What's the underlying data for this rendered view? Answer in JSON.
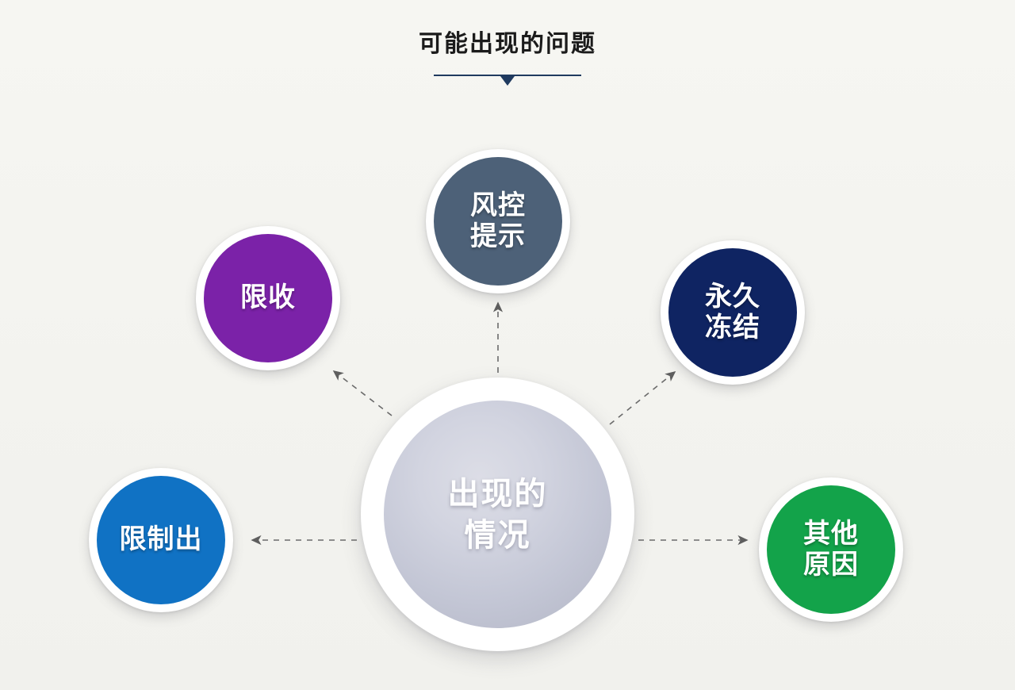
{
  "header": {
    "title": "可能出现的问题",
    "rule_color": "#1f3a5f"
  },
  "background_color": "#f4f4f0",
  "diagram": {
    "type": "hub-and-spoke",
    "hub": {
      "id": "hub",
      "label": "出现的\n情况",
      "text_color": "#ffffff",
      "fill_from": "#dcdde6",
      "fill_to": "#b3b6c6",
      "ring_color": "#ffffff"
    },
    "nodes": [
      {
        "id": "risk",
        "label": "风控\n提示",
        "color": "#4d6178",
        "text_color": "#ffffff",
        "position": "top"
      },
      {
        "id": "limit-in",
        "label": "限收",
        "color": "#7b22a8",
        "text_color": "#ffffff",
        "position": "upper-left"
      },
      {
        "id": "freeze",
        "label": "永久\n冻结",
        "color": "#0f2462",
        "text_color": "#ffffff",
        "position": "upper-right"
      },
      {
        "id": "limit-out",
        "label": "限制出",
        "color": "#1072c4",
        "text_color": "#ffffff",
        "position": "lower-left"
      },
      {
        "id": "other",
        "label": "其他\n原因",
        "color": "#13a34a",
        "text_color": "#ffffff",
        "position": "lower-right"
      }
    ],
    "connectors": {
      "style": "dashed-arrow",
      "color": "#6b6b6b",
      "direction": "hub-to-node",
      "edges": [
        {
          "from": "hub",
          "to": "risk"
        },
        {
          "from": "hub",
          "to": "limit-in"
        },
        {
          "from": "hub",
          "to": "freeze"
        },
        {
          "from": "hub",
          "to": "limit-out"
        },
        {
          "from": "hub",
          "to": "other"
        }
      ]
    }
  }
}
